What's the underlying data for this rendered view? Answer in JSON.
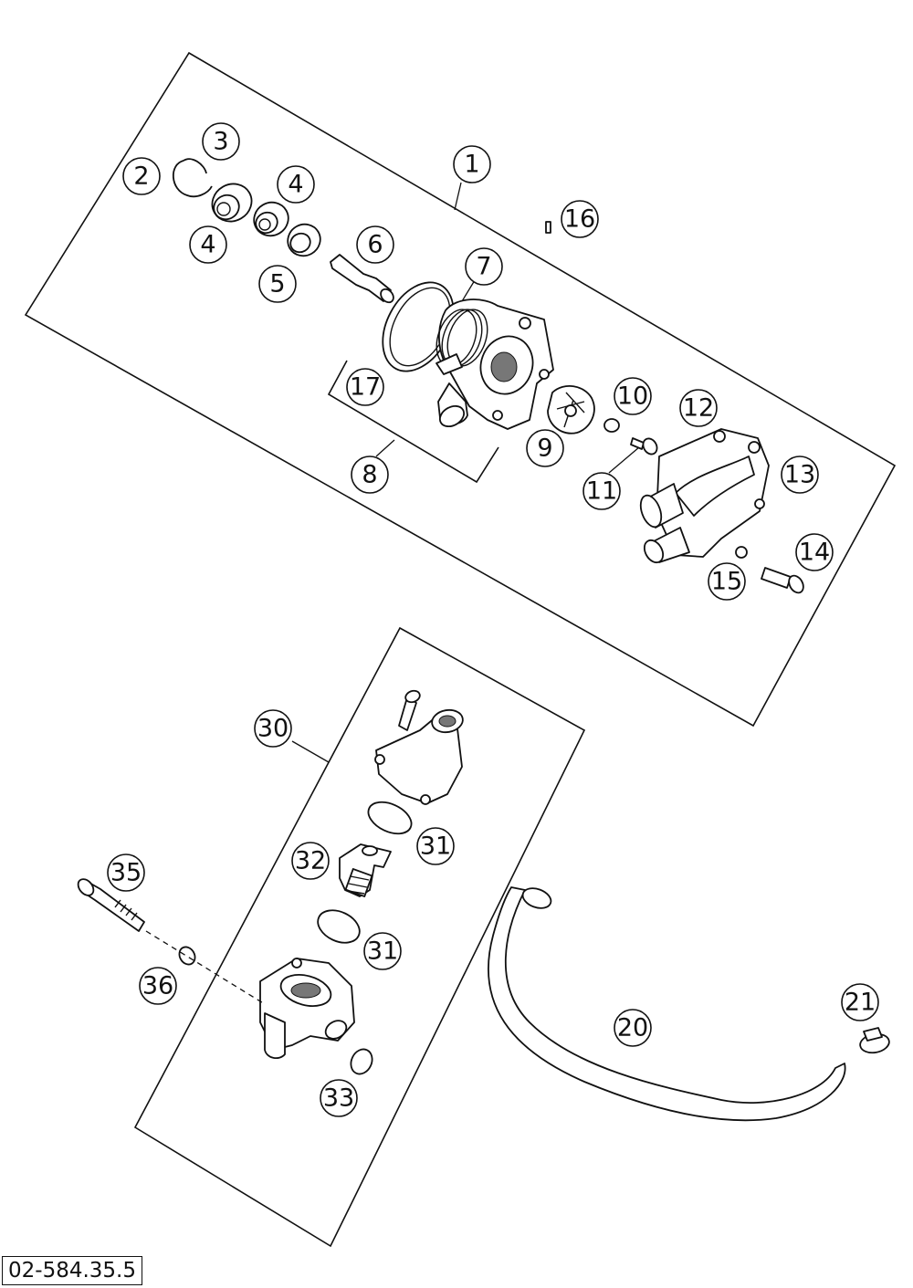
{
  "diagram": {
    "code": "02-584.35.5",
    "callouts": {
      "c1": "1",
      "c2": "2",
      "c3": "3",
      "c4a": "4",
      "c4b": "4",
      "c5": "5",
      "c6": "6",
      "c7": "7",
      "c8": "8",
      "c9": "9",
      "c10": "10",
      "c11": "11",
      "c12": "12",
      "c13": "13",
      "c14": "14",
      "c15": "15",
      "c16": "16",
      "c17": "17",
      "c20": "20",
      "c21": "21",
      "c30": "30",
      "c31a": "31",
      "c31b": "31",
      "c32": "32",
      "c33": "33",
      "c35": "35",
      "c36": "36"
    }
  }
}
